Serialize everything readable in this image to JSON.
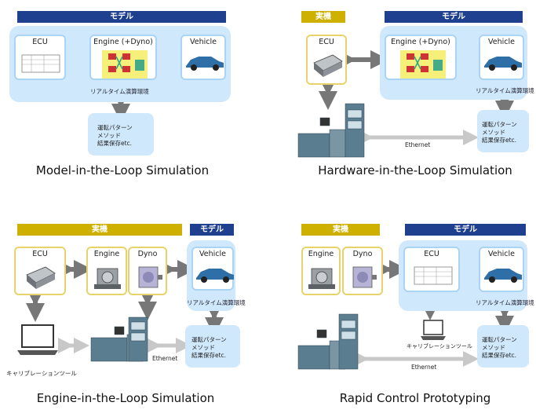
{
  "labels": {
    "model": "モデル",
    "real": "実機",
    "ecu": "ECU",
    "engine_dyno": "Engine (+Dyno)",
    "engine": "Engine",
    "dyno": "Dyno",
    "vehicle": "Vehicle",
    "realtime_env": "リアルタイム演算環境",
    "data_line1": "運転パターン",
    "data_line2": "メソッド",
    "data_line3": "結果保存etc.",
    "ethernet": "Ethernet",
    "calib_tool": "キャリブレーションツール"
  },
  "captions": {
    "mil": "Model-in-the-Loop Simulation",
    "hil": "Hardware-in-the-Loop Simulation",
    "eil": "Engine-in-the-Loop Simulation",
    "rcp": "Rapid Control Prototyping"
  },
  "colors": {
    "model_banner": "#1f3f8f",
    "real_banner": "#cdb000",
    "env_fill": "#cfe8fb",
    "arrow": "#777777"
  }
}
